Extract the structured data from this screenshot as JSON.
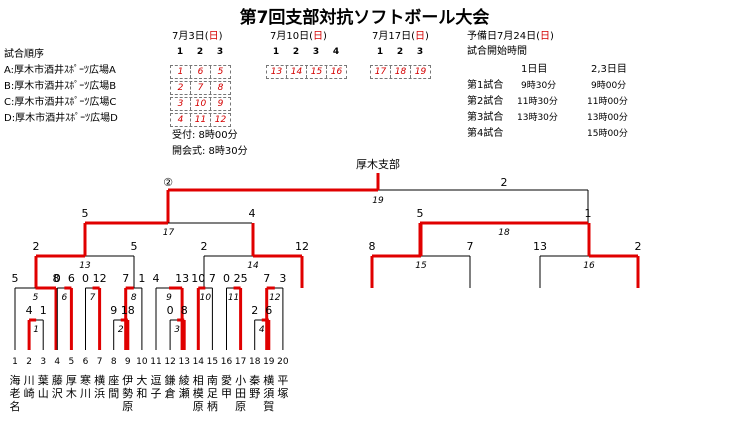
{
  "title": "第7回支部対抗ソフトボール大会",
  "schedule": {
    "day1": {
      "date": "7月3日(",
      "dow": "日",
      "close": ")",
      "headers": [
        "1",
        "2",
        "3"
      ],
      "rows": [
        [
          "1",
          "6",
          "5"
        ],
        [
          "2",
          "7",
          "8"
        ],
        [
          "3",
          "10",
          "9"
        ],
        [
          "4",
          "11",
          "12"
        ]
      ]
    },
    "day2": {
      "date": "7月10日(",
      "dow": "日",
      "close": ")",
      "headers": [
        "1",
        "2",
        "3",
        "4"
      ],
      "rows": [
        [
          "13",
          "14",
          "15",
          "16"
        ]
      ]
    },
    "day3": {
      "date": "7月17日(",
      "dow": "日",
      "close": ")",
      "headers": [
        "1",
        "2",
        "3"
      ],
      "rows": [
        [
          "17",
          "18",
          "19"
        ]
      ]
    },
    "reserve": {
      "label": "予備日7月24日(",
      "dow": "日",
      "close": ")"
    }
  },
  "order": {
    "title": "試合順序",
    "venues": [
      "A:厚木市酒井ｽﾎﾟｰﾂ広場A",
      "B:厚木市酒井ｽﾎﾟｰﾂ広場B",
      "C:厚木市酒井ｽﾎﾟｰﾂ広場C",
      "D:厚木市酒井ｽﾎﾟｰﾂ広場D"
    ],
    "reception": "受付: 8時00分",
    "opening": "開会式: 8時30分"
  },
  "start_times": {
    "title": "試合開始時間",
    "col1": "1日目",
    "col2": "2,3日目",
    "rows": [
      {
        "label": "第1試合",
        "d1": "9時30分",
        "d2": "9時00分"
      },
      {
        "label": "第2試合",
        "d1": "11時30分",
        "d2": "11時00分"
      },
      {
        "label": "第3試合",
        "d1": "13時30分",
        "d2": "13時00分"
      },
      {
        "label": "第4試合",
        "d1": "",
        "d2": "15時00分"
      }
    ]
  },
  "bracket": {
    "champion": "厚木支部",
    "final": {
      "match": "19",
      "left_score": "②",
      "right_score": "2"
    },
    "scores": [
      {
        "t": "5",
        "m": "17"
      },
      {
        "t": "4"
      },
      {
        "t": "5",
        "m": "18"
      },
      {
        "t": "1"
      },
      {
        "t": "2",
        "m": "13"
      },
      {
        "t": "5"
      },
      {
        "t": "2",
        "m": "14"
      },
      {
        "t": "12"
      },
      {
        "t": "8",
        "m": "15"
      },
      {
        "t": "7"
      },
      {
        "t": "13",
        "m": "16"
      },
      {
        "t": "2"
      },
      {
        "t": "5",
        "m": "5"
      },
      {
        "t": "8"
      },
      {
        "t": "0",
        "m": "6"
      },
      {
        "t": "6"
      },
      {
        "t": "0",
        "m": "7"
      },
      {
        "t": "12"
      },
      {
        "t": "7",
        "m": "8"
      },
      {
        "t": "1"
      },
      {
        "t": "4",
        "m": "9"
      },
      {
        "t": "13"
      },
      {
        "t": "10",
        "m": "10"
      },
      {
        "t": "7"
      },
      {
        "t": "0",
        "m": "11"
      },
      {
        "t": "25"
      },
      {
        "t": "7",
        "m": "12"
      },
      {
        "t": "3"
      },
      {
        "t": "4",
        "m": "1"
      },
      {
        "t": "1"
      },
      {
        "t": "9",
        "m": "2"
      },
      {
        "t": "18"
      },
      {
        "t": "0",
        "m": "3"
      },
      {
        "t": "8"
      },
      {
        "t": "2",
        "m": "4"
      },
      {
        "t": "6"
      }
    ],
    "teams": [
      {
        "n": "1",
        "name": "海老名"
      },
      {
        "n": "2",
        "name": "川崎"
      },
      {
        "n": "3",
        "name": "葉山"
      },
      {
        "n": "4",
        "name": "藤沢"
      },
      {
        "n": "5",
        "name": "厚木"
      },
      {
        "n": "6",
        "name": "寒川"
      },
      {
        "n": "7",
        "name": "横浜"
      },
      {
        "n": "8",
        "name": "座間"
      },
      {
        "n": "9",
        "name": "伊勢原"
      },
      {
        "n": "10",
        "name": "大和"
      },
      {
        "n": "11",
        "name": "逗子"
      },
      {
        "n": "12",
        "name": "鎌倉"
      },
      {
        "n": "13",
        "name": "綾瀬"
      },
      {
        "n": "14",
        "name": "相模原"
      },
      {
        "n": "15",
        "name": "南足柄"
      },
      {
        "n": "16",
        "name": "愛甲"
      },
      {
        "n": "17",
        "name": "小田原"
      },
      {
        "n": "18",
        "name": "秦野"
      },
      {
        "n": "19",
        "name": "横須賀"
      },
      {
        "n": "20",
        "name": "平塚"
      }
    ]
  },
  "colors": {
    "win": "#e00000",
    "line": "#000000"
  }
}
